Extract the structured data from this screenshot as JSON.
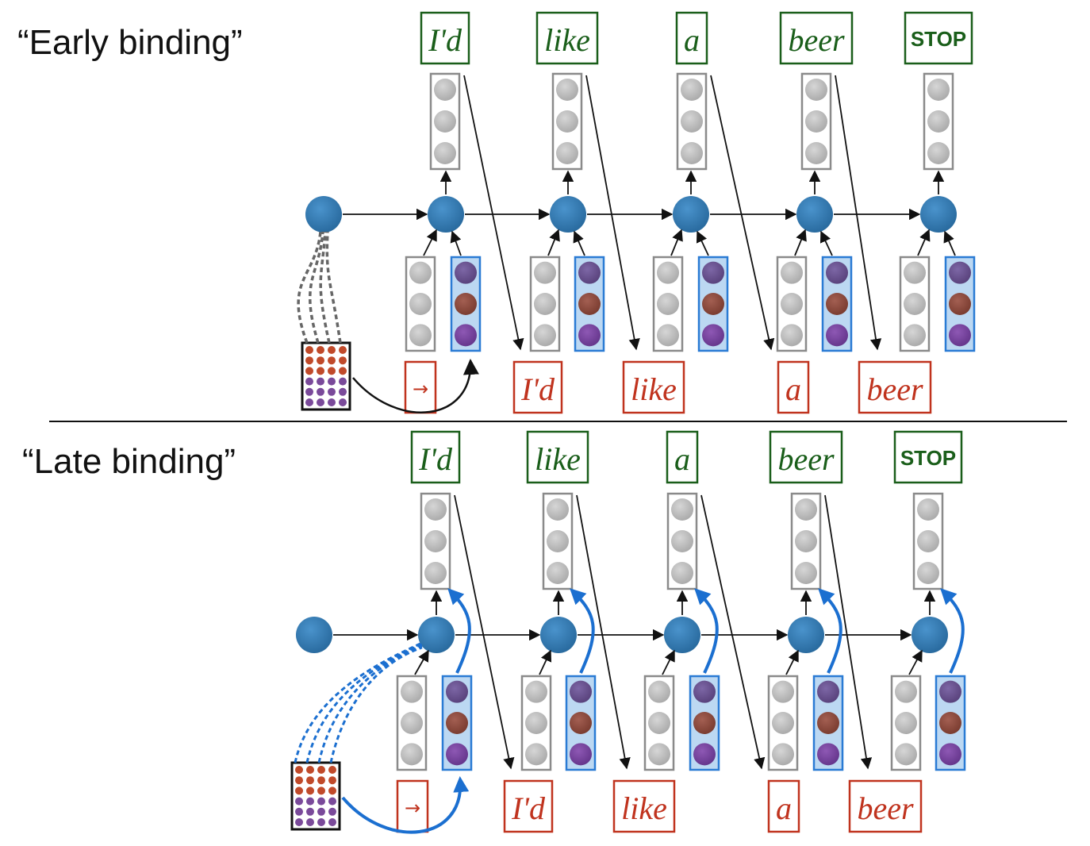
{
  "panels": [
    {
      "id": "early",
      "title": "“Early binding”",
      "output_words": [
        "I'd",
        "like",
        "a",
        "beer",
        "STOP"
      ],
      "input_words": [
        "→",
        "I'd",
        "like",
        "a",
        "beer"
      ]
    },
    {
      "id": "late",
      "title": "“Late binding”",
      "output_words": [
        "I'd",
        "like",
        "a",
        "beer",
        "STOP"
      ],
      "input_words": [
        "→",
        "I'd",
        "like",
        "a",
        "beer"
      ]
    }
  ],
  "colors": {
    "hidden_node": "#2e7ab5",
    "gray_cell": "#b8b8b8",
    "gray_box": "#8a8a8a",
    "blue_box_border": "#2a7bd4",
    "blue_box_fill": "#bcd8f2",
    "purple_cell": "#6a5290",
    "brown_cell": "#8e4a3c",
    "violet_cell": "#7a44a0",
    "output_word": "#1a5e1a",
    "input_word": "#c0331e",
    "late_arrow": "#1b6fd0",
    "matrix_red": "#c04a2a",
    "matrix_purple": "#7a4a9a"
  }
}
